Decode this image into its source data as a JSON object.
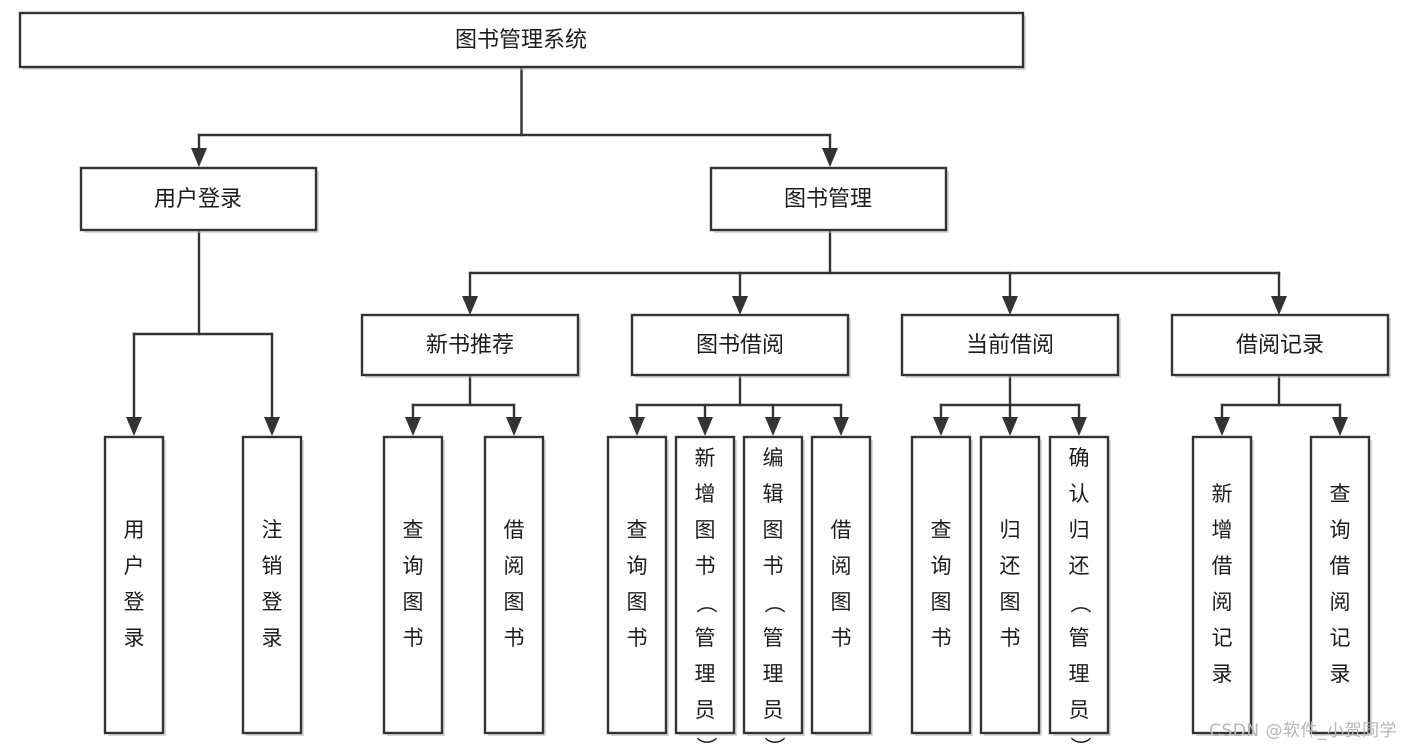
{
  "diagram": {
    "title": "图书管理系统",
    "type": "tree",
    "watermark": "CSDN @软件_小贺同学",
    "colors": {
      "box_stroke": "#333333",
      "box_fill": "#ffffff",
      "text": "#1c1c1c",
      "background": "#ffffff",
      "watermark": "#b7b7b7"
    },
    "root": {
      "label": "图书管理系统"
    },
    "level1": [
      {
        "label": "用户登录"
      },
      {
        "label": "图书管理"
      }
    ],
    "level2": [
      {
        "label": "新书推荐"
      },
      {
        "label": "图书借阅"
      },
      {
        "label": "当前借阅"
      },
      {
        "label": "借阅记录"
      }
    ],
    "leaves": {
      "user_login": [
        {
          "label": "用户登录"
        },
        {
          "label": "注销登录"
        }
      ],
      "new_book_recommend": [
        {
          "label": "查询图书"
        },
        {
          "label": "借阅图书"
        }
      ],
      "book_borrow": [
        {
          "label": "查询图书"
        },
        {
          "label": "新增图书（管理员）"
        },
        {
          "label": "编辑图书（管理员）"
        },
        {
          "label": "借阅图书"
        }
      ],
      "current_borrow": [
        {
          "label": "查询图书"
        },
        {
          "label": "归还图书"
        },
        {
          "label": "确认归还（管理员）"
        }
      ],
      "borrow_record": [
        {
          "label": "新增借阅记录"
        },
        {
          "label": "查询借阅记录"
        }
      ]
    }
  }
}
